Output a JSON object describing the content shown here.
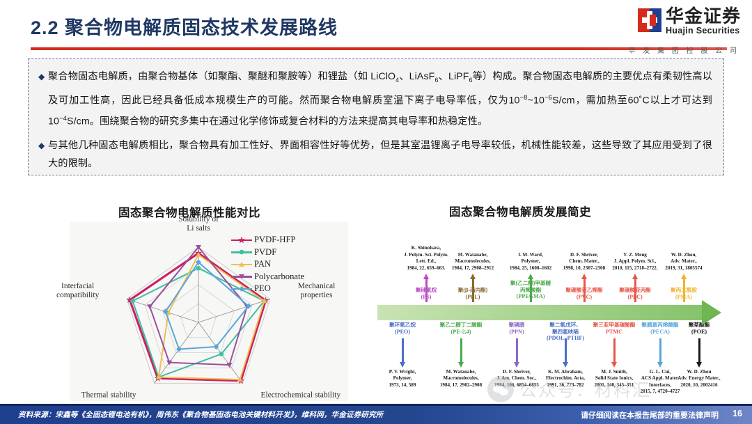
{
  "header": {
    "title": "2.2  聚合物电解质固态技术发展路线",
    "logo_cn": "华金证券",
    "logo_en": "Huajin Securities",
    "logo_sub": "华 发 集 团 控 股 公 司",
    "accent_color": "#d52b1e",
    "title_color": "#1f3864"
  },
  "bullets": [
    {
      "html": "聚合物固态电解质，由聚合物基体（如聚酯、聚醚和聚胺等）和锂盐（如 LiClO<sub>4</sub>、LiAsF<sub>6</sub>、LiPF<sub>6</sub>等）构成。聚合物固态电解质的主要优点有柔韧性高以及可加工性高，因此已经具备低成本规模生产的可能。然而聚合物电解质室温下离子电导率低，仅为10<sup>−8</sup>~10<sup>−6</sup>S/cm，需加热至60˚C以上才可达到10<sup>−4</sup>S/cm。围绕聚合物的研究多集中在通过化学修饰或复合材料的方法来提高其电导率和热稳定性。"
    },
    {
      "html": "与其他几种固态电解质相比，聚合物具有加工性好、界面相容性好等优势，但是其室温锂离子电导率较低，机械性能较差，这些导致了其应用受到了很大的限制。"
    }
  ],
  "left_panel": {
    "title": "固态聚合物电解质性能对比"
  },
  "right_panel": {
    "title": "固态聚合物电解质发展简史"
  },
  "watermark": {
    "text": "公众号：材料汇"
  },
  "footer": {
    "source": "资料来源：宋鑫等《全固态锂电池有机》，周伟东《聚合物基固态电池关键材料开发》，维科网，华金证券研究所",
    "disclaimer": "请仔细阅读在本报告尾部的重要法律声明",
    "page": "16"
  },
  "chart_data": [
    {
      "type": "radar",
      "title": "固态聚合物电解质性能对比",
      "categories": [
        "Solubility of Li salts",
        "Mechanical properties",
        "Electrochemical stability",
        "Thermal stability",
        "Interfacial compatibility"
      ],
      "rmax": 5,
      "grid": true,
      "legend_position": "top-right",
      "series": [
        {
          "name": "PVDF-HFP",
          "color": "#cc1f63",
          "marker": "star",
          "values": [
            4.6,
            4.7,
            4.8,
            4.6,
            4.8
          ]
        },
        {
          "name": "PVDF",
          "color": "#3fbfa4",
          "marker": "circle",
          "values": [
            3.6,
            4.6,
            2.6,
            4.5,
            4.6
          ]
        },
        {
          "name": "PAN",
          "color": "#f0bf52",
          "marker": "triangle-up",
          "values": [
            4.5,
            4.6,
            4.7,
            4.5,
            2.1
          ]
        },
        {
          "name": "Polycarbonate",
          "color": "#9c4f9c",
          "marker": "triangle-down",
          "values": [
            5.0,
            3.4,
            3.5,
            3.3,
            3.4
          ]
        },
        {
          "name": "PEO",
          "color": "#59a6d8",
          "marker": "diamond",
          "values": [
            4.0,
            3.5,
            2.0,
            2.2,
            2.3
          ]
        }
      ]
    },
    {
      "type": "timeline",
      "title": "固态聚合物电解质发展简史",
      "axis_direction": "left-to-right",
      "above_items": [
        {
          "name_cn": "聚硅氧烷",
          "abbr": "(PS)",
          "color": "#b84bc4",
          "x": 70,
          "citation": "K. Shinohara,\nJ. Polym. Sci. Polym.\nLett. Ed.,\n1984, 22, 659–663."
        },
        {
          "name_cn": "聚(β-丙内酯)",
          "abbr": "(PPL)",
          "color": "#8a6a2f",
          "x": 137,
          "citation": "M. Watanabe,\nMacromolecules,\n1984, 17, 2908–2912"
        },
        {
          "name_cn": "聚(乙二醇)甲基醚\n丙烯酸酯",
          "abbr": "(PPEGMA)",
          "color": "#4aaa4a",
          "x": 220,
          "citation": "I. M. Ward,\nPolymer,\n1984, 25, 1600–1602"
        },
        {
          "name_cn": "聚碳酸亚乙烯酯",
          "abbr": "(PVC)",
          "color": "#e8564a",
          "x": 297,
          "citation": "D. F. Shriver,\nChem. Mater.,\n1998, 10, 2307–2308"
        },
        {
          "name_cn": "聚碳酸亚丙酯",
          "abbr": "(PPC)",
          "color": "#e8564a",
          "x": 370,
          "citation": "Y. Z. Meng\nJ. Appl. Polym. Sci.,\n2010, 115, 2718–2722."
        },
        {
          "name_cn": "聚丙二酰胺",
          "abbr": "(PMA)",
          "color": "#f0b429",
          "x": 440,
          "citation": "W. D. Zhou,\nAdv. Mater.,\n2019, 31, 1805574"
        }
      ],
      "below_items": [
        {
          "name_cn": "聚环氧乙烷",
          "abbr": "(PEO)",
          "color": "#4a6fc4",
          "x": 36,
          "citation": "P. V. Wright,\nPolymer,\n1973, 14, 589"
        },
        {
          "name_cn": "聚乙二醇丁二酸酯",
          "abbr": "(PE-2,4)",
          "color": "#4aaa4a",
          "x": 120,
          "citation": "M. Watanabe,\nMacromolecules,\n1984, 17, 2902–2908"
        },
        {
          "name_cn": "聚磷腈",
          "abbr": "(PPN)",
          "color": "#8a6ac4",
          "x": 200,
          "citation": "D. F. Shriver,\nJ. Am. Chem. Soc.,\n1984, 106, 6854–6855"
        },
        {
          "name_cn": "聚二氧戊环、\n聚四氢呋喃",
          "abbr": "(PDOL, PTHF)",
          "color": "#4a6fc4",
          "x": 270,
          "citation": "K. M. Abraham,\nElectrochim. Acta,\n1991, 36, 773–782"
        },
        {
          "name_cn": "聚三亚甲基碳酸酯",
          "abbr": "PTMC",
          "color": "#e8564a",
          "x": 340,
          "citation": "M. J. Smith,\nSolid State Ionics,\n2001, 140, 345–351"
        },
        {
          "name_cn": "聚腈基丙烯酸酯",
          "abbr": "(PECA)",
          "color": "#59a6d8",
          "x": 406,
          "citation": "G. L. Cui,\nACS Appl. Mater.\nInterfaces,\n2015, 7, 4720–4727"
        },
        {
          "name_cn": "聚草酸酯",
          "abbr": "(POE)",
          "color": "#1a1a1a",
          "x": 462,
          "citation": "W. D. Zhou\nAdv. Energy Mater.,\n2020, 10, 2002416"
        }
      ]
    }
  ]
}
